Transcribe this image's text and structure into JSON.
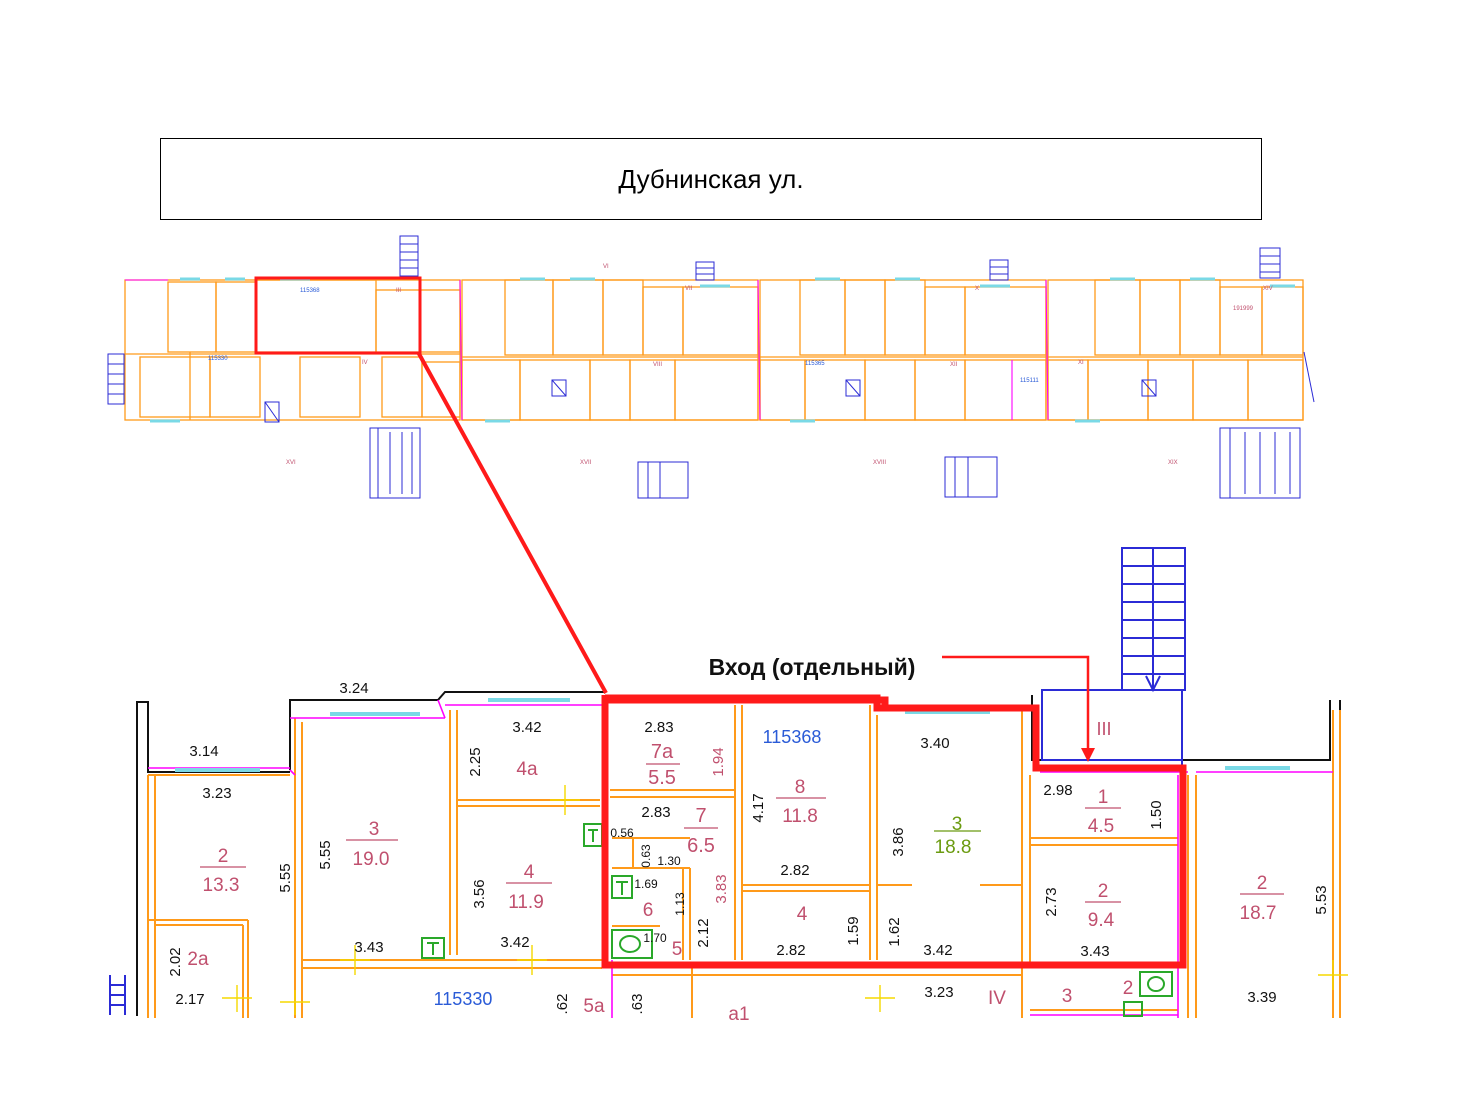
{
  "street": {
    "name": "Дубнинская ул."
  },
  "entrance": {
    "label": "Вход (отдельный)",
    "section_label": "III"
  },
  "colors": {
    "wall": "#ff9a1a",
    "highlight": "#ff1a1a",
    "room_text": "#c0506e",
    "dim_text": "#111111",
    "cadastral": "#2a5bd7",
    "stair": "#2b2bd6",
    "window": "#7ad9e6",
    "partition": "#ff00ff",
    "yellow": "#f5d800",
    "green": "#2aa82a",
    "olive": "#6b9b10"
  },
  "overview": {
    "codes": [
      "115368",
      "115330",
      "115365",
      "115111",
      "191999"
    ],
    "sections": [
      "IV",
      "VI",
      "VII",
      "VIII",
      "X",
      "XI",
      "XII",
      "XIV",
      "XVI",
      "XVII",
      "XVIII",
      "XIX",
      "III"
    ]
  },
  "detail": {
    "cadastral_codes": [
      {
        "id": "115368",
        "text": "115368"
      },
      {
        "id": "115330",
        "text": "115330"
      }
    ],
    "rooms": [
      {
        "id": "7a",
        "num": "7a",
        "area": "5.5"
      },
      {
        "id": "7",
        "num": "7",
        "area": "6.5"
      },
      {
        "id": "8",
        "num": "8",
        "area": "11.8"
      },
      {
        "id": "3r",
        "num": "3",
        "area": "18.8"
      },
      {
        "id": "1r",
        "num": "1",
        "area": "4.5"
      },
      {
        "id": "2r",
        "num": "2",
        "area": "9.4"
      },
      {
        "id": "2far",
        "num": "2",
        "area": "18.7"
      },
      {
        "id": "3l",
        "num": "3",
        "area": "19.0"
      },
      {
        "id": "2l",
        "num": "2",
        "area": "13.3"
      },
      {
        "id": "4l",
        "num": "4",
        "area": "11.9"
      },
      {
        "id": "4a",
        "num": "4a",
        "area": ""
      },
      {
        "id": "2a",
        "num": "2a",
        "area": ""
      },
      {
        "id": "4m",
        "num": "4",
        "area": ""
      },
      {
        "id": "6",
        "num": "6",
        "area": ""
      },
      {
        "id": "5",
        "num": "5",
        "area": ""
      },
      {
        "id": "5a",
        "num": "5a",
        "area": ""
      },
      {
        "id": "a1",
        "num": "a1",
        "area": ""
      },
      {
        "id": "3b",
        "num": "3",
        "area": ""
      },
      {
        "id": "2b",
        "num": "2",
        "area": ""
      },
      {
        "id": "IVb",
        "num": "IV",
        "area": ""
      }
    ],
    "dims": [
      {
        "id": "d324",
        "text": "3.24"
      },
      {
        "id": "d314",
        "text": "3.14"
      },
      {
        "id": "d323",
        "text": "3.23"
      },
      {
        "id": "d555a",
        "text": "5.55"
      },
      {
        "id": "d555b",
        "text": "5.55"
      },
      {
        "id": "d343a",
        "text": "3.43"
      },
      {
        "id": "d202",
        "text": "2.02"
      },
      {
        "id": "d217",
        "text": "2.17"
      },
      {
        "id": "d342a",
        "text": "3.42"
      },
      {
        "id": "d225",
        "text": "2.25"
      },
      {
        "id": "d356",
        "text": "3.56"
      },
      {
        "id": "d342b",
        "text": "3.42"
      },
      {
        "id": "d283a",
        "text": "2.83"
      },
      {
        "id": "d194",
        "text": "1.94"
      },
      {
        "id": "d283b",
        "text": "2.83"
      },
      {
        "id": "d056",
        "text": "0.56"
      },
      {
        "id": "d063",
        "text": "0.63"
      },
      {
        "id": "d130",
        "text": "1.30"
      },
      {
        "id": "d169",
        "text": "1.69"
      },
      {
        "id": "d113",
        "text": "1.13"
      },
      {
        "id": "d383",
        "text": "3.83"
      },
      {
        "id": "d170",
        "text": "1.70"
      },
      {
        "id": "d212",
        "text": "2.12"
      },
      {
        "id": "d417",
        "text": "4.17"
      },
      {
        "id": "d282a",
        "text": "2.82"
      },
      {
        "id": "d282b",
        "text": "2.82"
      },
      {
        "id": "d159",
        "text": "1.59"
      },
      {
        "id": "d340",
        "text": "3.40"
      },
      {
        "id": "d386",
        "text": "3.86"
      },
      {
        "id": "d162",
        "text": "1.62"
      },
      {
        "id": "d342c",
        "text": "3.42"
      },
      {
        "id": "d298",
        "text": "2.98"
      },
      {
        "id": "d150",
        "text": "1.50"
      },
      {
        "id": "d273",
        "text": "2.73"
      },
      {
        "id": "d343b",
        "text": "3.43"
      },
      {
        "id": "d553",
        "text": "5.53"
      },
      {
        "id": "d323b",
        "text": "3.23"
      },
      {
        "id": "d339",
        "text": "3.39"
      },
      {
        "id": "d62",
        "text": ".62"
      },
      {
        "id": "d63",
        "text": ".63"
      }
    ]
  }
}
